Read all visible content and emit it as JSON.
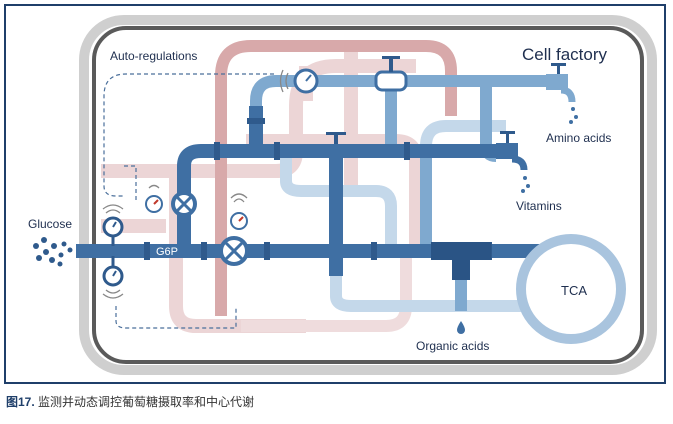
{
  "diagram": {
    "title": "Cell factory",
    "auto_regulations_label": "Auto-regulations",
    "input_label": "Glucose",
    "node_label": "G6P",
    "cycle_label": "TCA",
    "outputs": {
      "amino_acids": "Amino acids",
      "vitamins": "Vitamins",
      "organic_acids": "Organic acids"
    }
  },
  "caption": {
    "figure_number": "图17.",
    "text": "监测并动态调控葡萄糖摄取率和中心代谢"
  },
  "colors": {
    "frame_border": "#1f3f6a",
    "cell_wall_outer": "#cfcfcf",
    "cell_wall_inner": "#5a5a5a",
    "main_pipe": "#3f6fa3",
    "light_pipe": "#7fa9cf",
    "pale_pipe": "#bcd3e8",
    "pink_pipe": "#e9cfd0",
    "rose_pipe": "#d4a3a4",
    "dash_line": "#4a6f9b",
    "text": "#1f2f4f"
  }
}
